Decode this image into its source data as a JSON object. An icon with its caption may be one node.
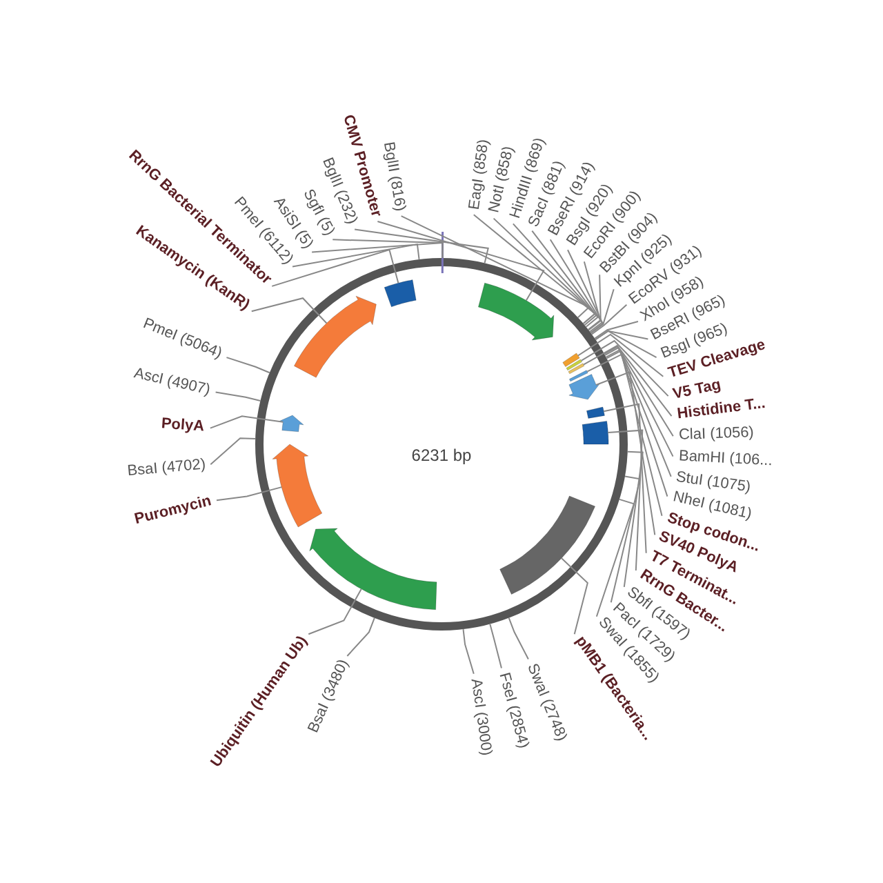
{
  "diagram": {
    "nodes": [
      {
        "text": [
          "RrnG Bacterial Terminator"
        ]
      },
      {
        "text": [
          "CMV Promoter"
        ]
      },
      {
        "text": [
          "BglII (816)"
        ]
      },
      {
        "text": [
          "Kanamycin (KanR)"
        ]
      },
      {
        "text": [
          "BglII (232)"
        ]
      },
      {
        "text": [
          "PmeI (6112)"
        ]
      },
      {
        "text": [
          "AsiSI (5)"
        ]
      },
      {
        "text": [
          "SgfI (5)"
        ]
      },
      {
        "text": [
          "EagI (858)"
        ]
      },
      {
        "text": [
          "NotI (858)"
        ]
      },
      {
        "text": [
          "HindIII (869)"
        ]
      },
      {
        "text": [
          "SacI (881)"
        ]
      },
      {
        "text": [
          "BseRI (914)"
        ]
      },
      {
        "text": [
          "BsgI (920)"
        ]
      },
      {
        "text": [
          "EcoRI (900)"
        ]
      },
      {
        "text": [
          "BstBI (904)"
        ]
      },
      {
        "text": [
          "KpnI (925)"
        ]
      },
      {
        "text": [
          "EcoRV (931)"
        ]
      },
      {
        "text": [
          "XhoI (958)"
        ]
      },
      {
        "text": [
          "BseRI (965)"
        ]
      },
      {
        "text": [
          "BsgI (965)"
        ]
      },
      {
        "text": [
          "TEV Cleavage"
        ]
      },
      {
        "text": [
          "V5 Tag"
        ]
      },
      {
        "text": [
          "Histidine T..."
        ]
      },
      {
        "text": [
          "ClaI (1056)"
        ]
      },
      {
        "text": [
          "BamHI (106..."
        ]
      },
      {
        "text": [
          "StuI (1075)"
        ]
      },
      {
        "text": [
          "NheI (1081)"
        ]
      },
      {
        "text": [
          "Stop codon..."
        ]
      },
      {
        "text": [
          "SV40 PolyA"
        ]
      },
      {
        "text": [
          "T7 Terminat..."
        ]
      },
      {
        "text": [
          "RrnG Bacter..."
        ]
      },
      {
        "text": [
          "SbfI (1597)"
        ]
      },
      {
        "text": [
          "PacI (1729)"
        ]
      },
      {
        "text": [
          "SwaI (1855)"
        ]
      },
      {
        "text": [
          "pMB1 (Bacteria..."
        ]
      },
      {
        "text": [
          "SwaI (2748)"
        ]
      },
      {
        "text": [
          "FseI (2854)"
        ]
      },
      {
        "text": [
          "AscI (3000)"
        ]
      },
      {
        "text": [
          "BsaI (3480)"
        ]
      },
      {
        "text": [
          "Ubiquitin (Human Ub)"
        ]
      },
      {
        "text": [
          "PmeI (5064)"
        ]
      },
      {
        "text": [
          "AscI (4907)"
        ]
      },
      {
        "text": [
          "PolyA"
        ]
      },
      {
        "text": [
          "BsaI (4702)"
        ]
      },
      {
        "text": [
          "Puromycin"
        ]
      },
      {
        "text": [],
        "shape": "arrow"
      },
      {
        "text": [],
        "shape": "box"
      },
      {
        "text": [],
        "shape": "arrow"
      },
      {
        "text": [],
        "shape": "box"
      },
      {
        "text": [],
        "shape": "box"
      },
      {
        "text": [],
        "shape": "box"
      },
      {
        "text": [],
        "shape": "box"
      },
      {
        "text": [],
        "shape": "arrow"
      },
      {
        "text": [],
        "shape": "box"
      },
      {
        "text": [],
        "shape": "box"
      },
      {
        "text": [],
        "shape": "box"
      },
      {
        "text": [],
        "shape": "arrow"
      },
      {
        "text": [],
        "shape": "arrow"
      },
      {
        "text": [],
        "shape": "arrow"
      }
    ],
    "edges": [
      {
        "from": 0,
        "to": 47,
        "arrow": "none"
      },
      {
        "from": 1,
        "to": 48,
        "arrow": "none"
      },
      {
        "from": 2,
        "to": null,
        "arrow": "none"
      },
      {
        "from": 3,
        "to": 46,
        "arrow": "none"
      },
      {
        "from": 4,
        "to": null,
        "arrow": "none"
      },
      {
        "from": 5,
        "to": null,
        "arrow": "none"
      },
      {
        "from": 6,
        "to": null,
        "arrow": "none"
      },
      {
        "from": 7,
        "to": null,
        "arrow": "none"
      },
      {
        "from": 8,
        "to": null,
        "arrow": "none"
      },
      {
        "from": 9,
        "to": null,
        "arrow": "none"
      },
      {
        "from": 10,
        "to": null,
        "arrow": "none"
      },
      {
        "from": 11,
        "to": null,
        "arrow": "none"
      },
      {
        "from": 12,
        "to": null,
        "arrow": "none"
      },
      {
        "from": 13,
        "to": null,
        "arrow": "none"
      },
      {
        "from": 14,
        "to": null,
        "arrow": "none"
      },
      {
        "from": 15,
        "to": null,
        "arrow": "none"
      },
      {
        "from": 16,
        "to": null,
        "arrow": "none"
      },
      {
        "from": 17,
        "to": null,
        "arrow": "none"
      },
      {
        "from": 18,
        "to": null,
        "arrow": "none"
      },
      {
        "from": 19,
        "to": null,
        "arrow": "none"
      },
      {
        "from": 20,
        "to": null,
        "arrow": "none"
      },
      {
        "from": 21,
        "to": 49,
        "arrow": "none"
      },
      {
        "from": 22,
        "to": 50,
        "arrow": "none"
      },
      {
        "from": 23,
        "to": 51,
        "arrow": "none"
      },
      {
        "from": 24,
        "to": null,
        "arrow": "none"
      },
      {
        "from": 25,
        "to": null,
        "arrow": "none"
      },
      {
        "from": 26,
        "to": null,
        "arrow": "none"
      },
      {
        "from": 27,
        "to": null,
        "arrow": "none"
      },
      {
        "from": 28,
        "to": 52,
        "arrow": "none"
      },
      {
        "from": 29,
        "to": 53,
        "arrow": "none"
      },
      {
        "from": 30,
        "to": 54,
        "arrow": "none"
      },
      {
        "from": 31,
        "to": 55,
        "arrow": "none"
      },
      {
        "from": 32,
        "to": null,
        "arrow": "none"
      },
      {
        "from": 33,
        "to": null,
        "arrow": "none"
      },
      {
        "from": 34,
        "to": null,
        "arrow": "none"
      },
      {
        "from": 35,
        "to": 56,
        "arrow": "none"
      },
      {
        "from": 36,
        "to": null,
        "arrow": "none"
      },
      {
        "from": 37,
        "to": null,
        "arrow": "none"
      },
      {
        "from": 38,
        "to": null,
        "arrow": "none"
      },
      {
        "from": 39,
        "to": null,
        "arrow": "none"
      },
      {
        "from": 40,
        "to": 57,
        "arrow": "none"
      },
      {
        "from": 41,
        "to": null,
        "arrow": "none"
      },
      {
        "from": 42,
        "to": null,
        "arrow": "none"
      },
      {
        "from": 43,
        "to": 59,
        "arrow": "none"
      },
      {
        "from": 44,
        "to": null,
        "arrow": "none"
      },
      {
        "from": 45,
        "to": 58,
        "arrow": "none"
      }
    ],
    "labels": [
      "6231 bp"
    ]
  }
}
